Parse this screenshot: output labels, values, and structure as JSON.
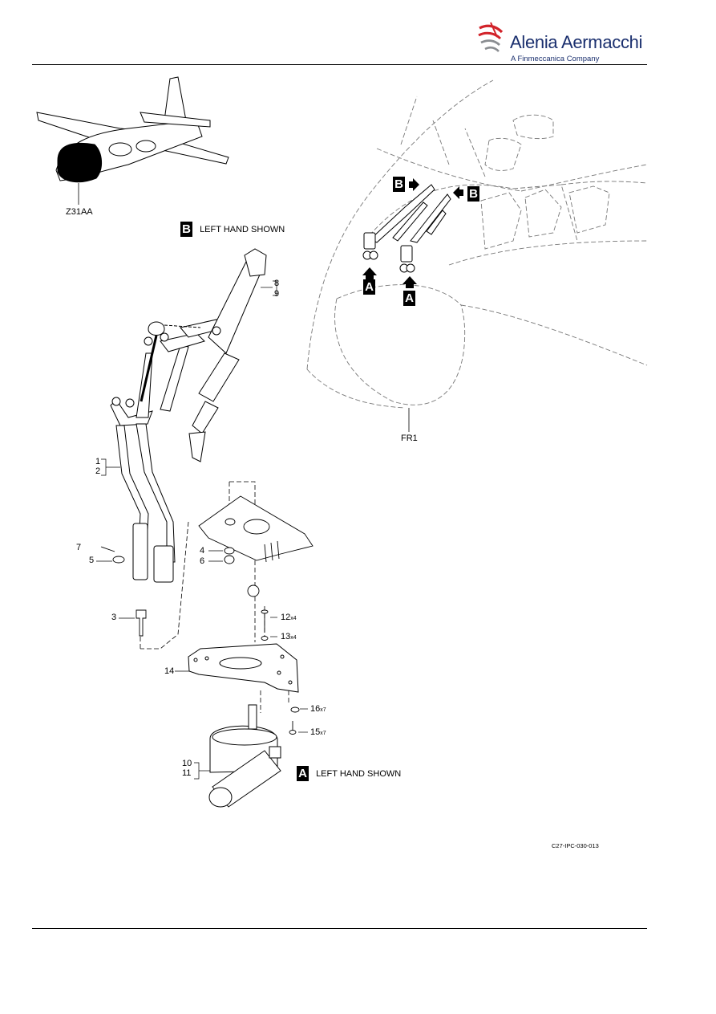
{
  "header": {
    "brand_name": "Alenia Aermacchi",
    "tagline": "A Finmeccanica Company"
  },
  "figure": {
    "zone_label": "Z31AA",
    "frame_label": "FR1",
    "figure_ref": "C27-IPC-030-013",
    "view_b_caption": "LEFT HAND SHOWN",
    "view_a_caption": "LEFT HAND SHOWN",
    "view_letters": {
      "a": "A",
      "b": "B"
    },
    "item_numbers": {
      "n1": "1",
      "n2": "2",
      "n3": "3",
      "n4": "4",
      "n5": "5",
      "n6": "6",
      "n7": "7",
      "n8": "8",
      "n9": "9",
      "n10": "10",
      "n11": "11",
      "n12": "12",
      "n13": "13",
      "n14": "14",
      "n15": "15",
      "n16": "16"
    },
    "quantities": {
      "x4": "x4",
      "x7": "x7"
    }
  },
  "colors": {
    "brand_blue": "#1a2f6e",
    "logo_red": "#d2232a",
    "logo_grey": "#8a8d91"
  }
}
